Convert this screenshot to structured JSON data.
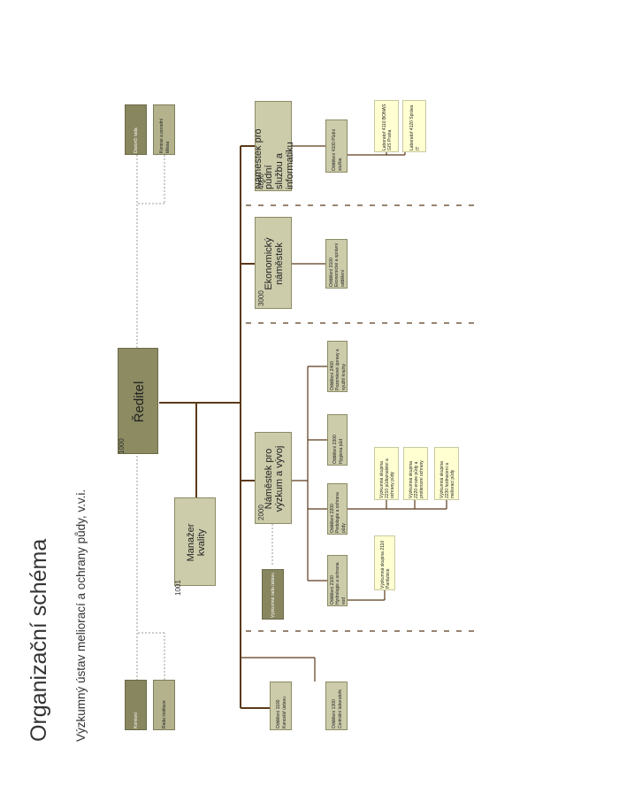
{
  "header": {
    "title": "Organizační schéma",
    "subtitle": "Výzkumný ústav meliorací a ochrany půdy, v.v.i."
  },
  "colors": {
    "dark_box": "#87865f",
    "mid_box": "#b3b28c",
    "light_box": "#ccccab",
    "unit_box": "#ffffd2",
    "line": "#5a3a1a"
  },
  "top_left": {
    "dozorci_rada": "Dozorčí rada",
    "komise": "Komise a poradní tělesa",
    "kontrolni": "Komisní",
    "rada_instituce": "Rada instituce"
  },
  "director": {
    "number": "1000",
    "label": "Ředitel"
  },
  "quality": {
    "number": "1001",
    "label1": "Manažer",
    "label2": "kvality"
  },
  "deputies": [
    {
      "number": "2000",
      "label1": "Náměstek pro",
      "label2": "výzkum a vývoj"
    },
    {
      "number": "3000",
      "label1": "Ekonomický",
      "label2": "náměstek"
    },
    {
      "number": "4000",
      "label1": "Náměstek pro půdní",
      "label2": "službu a informatiku"
    }
  ],
  "council": {
    "label": "Výzkumná rada ústavu"
  },
  "departments_left": [
    {
      "label": "Oddělení 1100 Kancelář ústavu"
    },
    {
      "label": "Oddělení 1300 Centrální laboratoře"
    }
  ],
  "departments_2000": [
    {
      "label": "Oddělení 2100 Hydrologie a ochrana vod"
    },
    {
      "label": "Oddělení 2200 Pedologie a ochrana půdy"
    },
    {
      "label": "Oddělení 2300 Hygiena půd"
    },
    {
      "label": "Oddělení 2400 Pozemkové úpravy a využití krajiny"
    }
  ],
  "units_2100": [
    {
      "label": "Výzkumná skupina 2110 Pardubice"
    }
  ],
  "units_2200": [
    {
      "label": "Výzkumná skupina 2210 půdoznalství a ochrany půdy"
    },
    {
      "label": "Výzkumná skupina 2220 eroze půdy a protierozní ochrany"
    },
    {
      "label": "Výzkumná skupina 2230 hodnocení a melioraci půdy"
    }
  ],
  "department_3000": {
    "label": "Oddělení 3100 Ekonomické a správní oddělení"
  },
  "department_4000": {
    "label": "Oddělení 4100 Půdní služba"
  },
  "units_4100": [
    {
      "label": "Laboratoř 4110 BONAS GIS Praha"
    },
    {
      "label": "Laboratoř 4120 Správa IT"
    }
  ]
}
